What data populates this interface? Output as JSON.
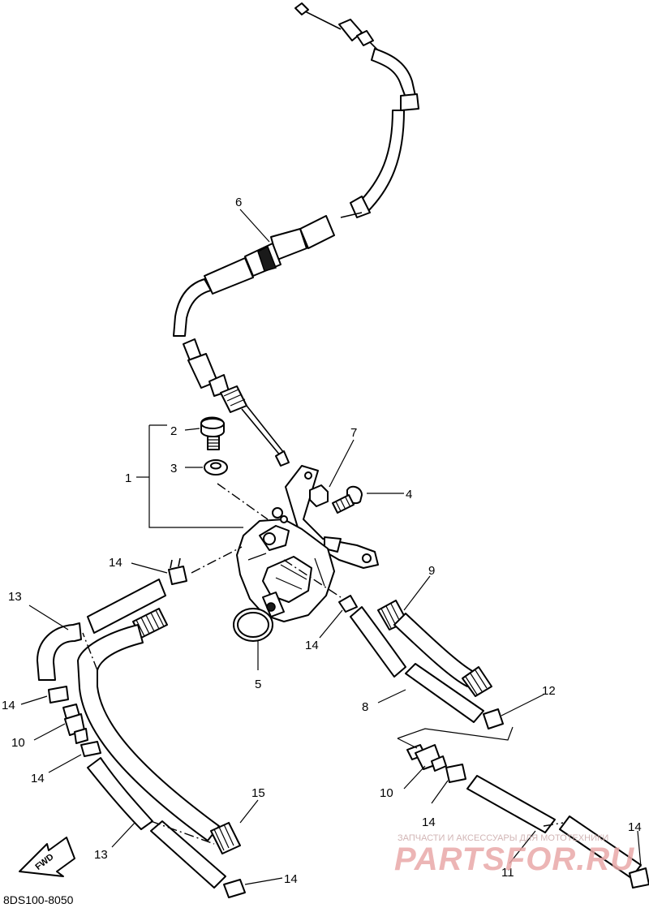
{
  "diagram_code": "8DS100-8050",
  "watermark": {
    "tagline": "ЗАПЧАСТИ И АКСЕССУАРЫ ДЛЯ МОТОТЕХНИКИ",
    "brand": "PARTSFOR.RU"
  },
  "fwd_label": "FWD",
  "callouts": {
    "c1": "1",
    "c2": "2",
    "c3": "3",
    "c4": "4",
    "c5": "5",
    "c6": "6",
    "c7": "7",
    "c8": "8",
    "c9": "9",
    "c10a": "10",
    "c10b": "10",
    "c11": "11",
    "c12": "12",
    "c13a": "13",
    "c13b": "13",
    "c14a": "14",
    "c14b": "14",
    "c14c": "14",
    "c14d": "14",
    "c14e": "14",
    "c14f": "14",
    "c14g": "14",
    "c15": "15"
  },
  "colors": {
    "ink": "#000000",
    "watermark_red": "#e9a9a9"
  }
}
